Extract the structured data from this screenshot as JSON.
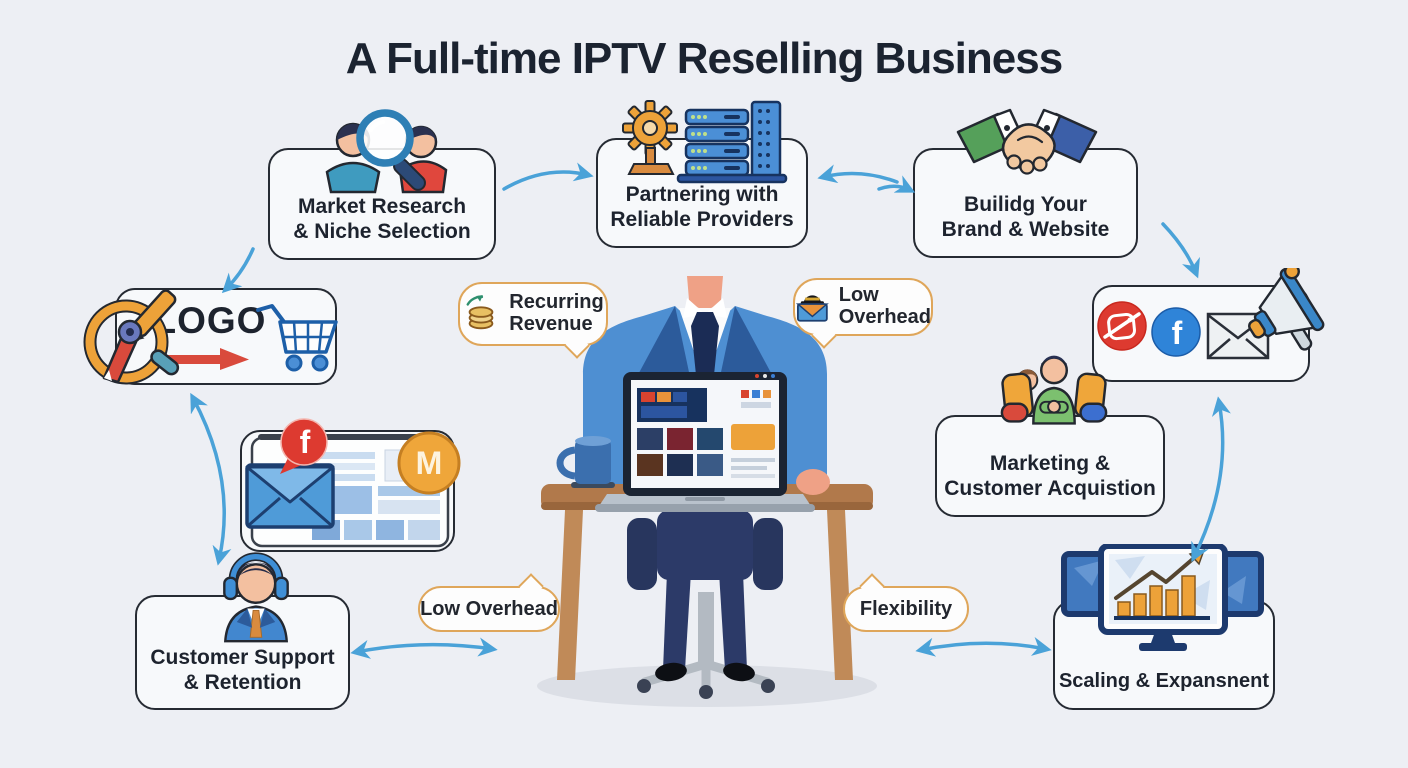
{
  "title": "A Full-time IPTV Reselling Business",
  "colors": {
    "background": "#edeff4",
    "box_border": "#262b33",
    "arrow_blue": "#4aa2d8",
    "bubble_border": "#dfa65a",
    "suit_blue": "#4e8fd2",
    "accent_red": "#dd3a30",
    "accent_orange": "#eda239",
    "facebook_blue": "#2f84d8",
    "desk_brown": "#b1794b"
  },
  "steps": {
    "market_research": {
      "line1": "Market Research",
      "line2": "& Niche Selection",
      "icon": "people-magnifier-icon"
    },
    "partnering": {
      "line1": "Partnering with",
      "line2": "Reliable Providers",
      "icon": "gear-servers-icon"
    },
    "branding": {
      "line1": "Builidg Your",
      "line2": "Brand & Website",
      "icon": "handshake-icon"
    },
    "customer_support": {
      "line1": "Customer Support",
      "line2": "& Retention",
      "icon": "support-agent-icon"
    },
    "marketing": {
      "line1": "Marketing &",
      "line2": "Customer Acquistion",
      "icon": "customers-group-icon"
    },
    "scaling": {
      "label": "Scaling & Expansnent",
      "icon": "growth-monitors-icon"
    }
  },
  "logo_box": {
    "label": "LOGO",
    "icons": [
      "design-compass-icon",
      "red-arrow-icon",
      "shopping-cart-icon"
    ]
  },
  "email_box": {
    "facebook_letter": "f",
    "mail_letter": "M",
    "icons": [
      "browser-window-icon",
      "envelope-icon",
      "facebook-bubble-icon",
      "mail-circle-icon"
    ]
  },
  "social_box": {
    "facebook_letter": "f",
    "icons": [
      "photo-social-icon",
      "facebook-icon",
      "envelope-icon",
      "megaphone-icon"
    ]
  },
  "bubbles": {
    "recurring_revenue": {
      "line1": "Recurring",
      "line2": "Revenue",
      "icon": "coins-icon"
    },
    "low_overhead_top": {
      "line1": "Low",
      "line2": "Overhead",
      "icon": "envelope-hat-icon"
    },
    "low_overhead_bottom": {
      "label": "Low Overhead"
    },
    "flexibility": {
      "label": "Flexibility"
    }
  }
}
